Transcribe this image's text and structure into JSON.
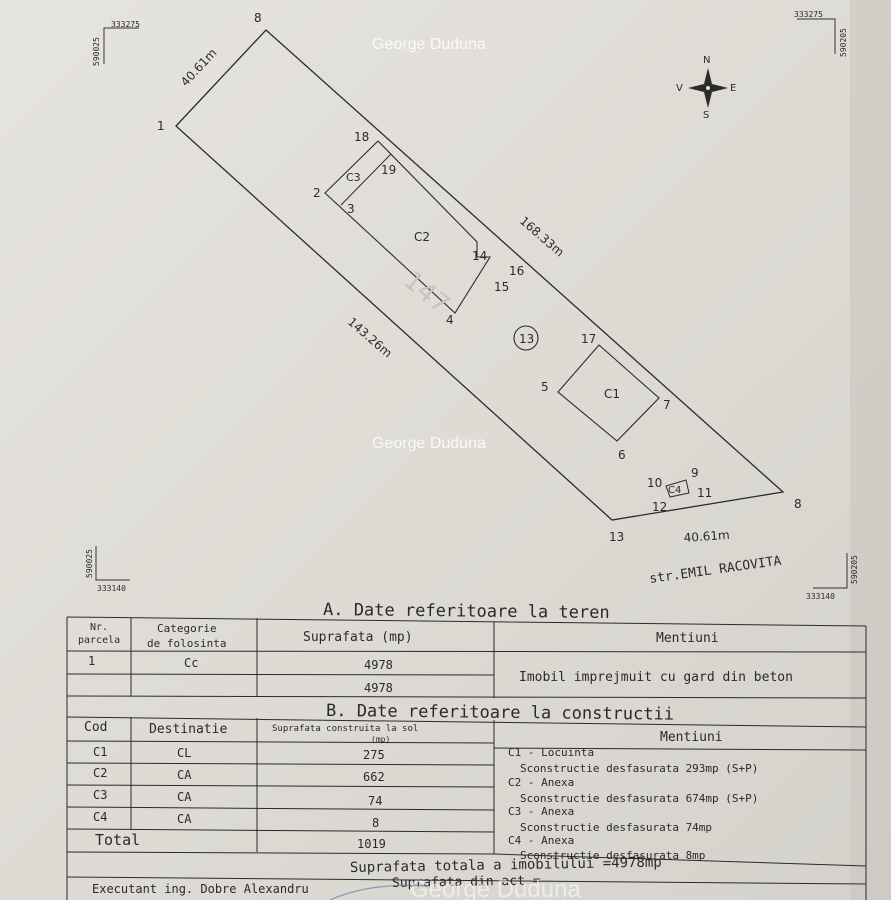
{
  "watermark": "George Duduna",
  "corners": {
    "tl_x": "333275",
    "tl_y": "590025",
    "tr_x": "333275",
    "tr_y": "590205",
    "bl_x": "333140",
    "bl_y": "590025",
    "br_x": "333140",
    "br_y": "590205"
  },
  "compass": {
    "n": "N",
    "s": "S",
    "e": "E",
    "w": "V"
  },
  "plan": {
    "dim_top": "40.61m",
    "dim_right": "168.33m",
    "dim_left": "143.26m",
    "dim_bottom": "40.61m",
    "street": "str.EMIL RACOVITA",
    "parcel_no": "13",
    "faint_text": "147",
    "points": [
      "1",
      "2",
      "3",
      "4",
      "5",
      "6",
      "7",
      "8",
      "8",
      "9",
      "10",
      "11",
      "12",
      "13",
      "14",
      "15",
      "16",
      "17",
      "18",
      "19"
    ],
    "buildings": [
      "C1",
      "C2",
      "C3",
      "C4"
    ]
  },
  "table": {
    "section_a": "A. Date referitoare la teren",
    "a_headers": {
      "nr": "Nr.",
      "parcela": "parcela",
      "cat1": "Categorie",
      "cat2": "de folosinta",
      "supr": "Suprafata   (mp)",
      "ment": "Mentiuni"
    },
    "a_row": {
      "nr": "1",
      "cat": "Cc",
      "supr": "4978"
    },
    "a_total": "4978",
    "a_mentiuni": "Imobil imprejmuit  cu gard din beton",
    "section_b": "B. Date referitoare la constructii",
    "b_headers": {
      "cod": "Cod",
      "dest": "Destinatie",
      "supr1": "Suprafata construita la sol",
      "supr2": "(mp)",
      "ment": "Mentiuni"
    },
    "b_rows": [
      {
        "cod": "C1",
        "dest": "CL",
        "supr": "275"
      },
      {
        "cod": "C2",
        "dest": "CA",
        "supr": "662"
      },
      {
        "cod": "C3",
        "dest": "CA",
        "supr": "74"
      },
      {
        "cod": "C4",
        "dest": "CA",
        "supr": "8"
      }
    ],
    "b_total_label": "Total",
    "b_total": "1019",
    "b_mentiuni": [
      "C1 - Locuinta",
      "Sconstructie desfasurata 293mp  (S+P)",
      "C2 - Anexa",
      "Sconstructie desfasurata 674mp (S+P)",
      "C3 - Anexa",
      "Sconstructie desfasurata 74mp",
      "C4 - Anexa",
      "Sconstructie desfasurata 8mp"
    ],
    "total_imobil": "Suprafata totala a imobilului =4978mp",
    "din_act": "Suprafata din act =",
    "executant": "Executant ing. Dobre Alexandru"
  }
}
